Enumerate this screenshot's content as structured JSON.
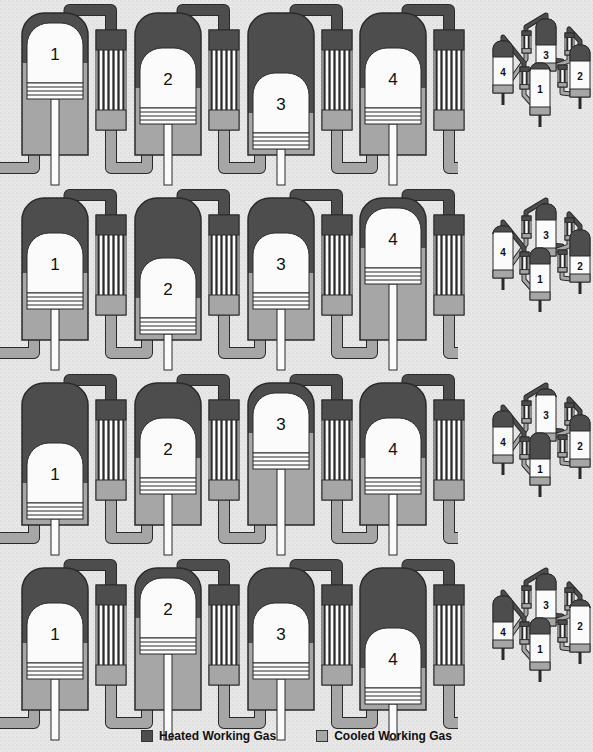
{
  "diagram": {
    "labels": [
      "1",
      "2",
      "3",
      "4",
      "1",
      "2",
      "3",
      "4",
      "1",
      "2",
      "3",
      "4",
      "1",
      "2",
      "3",
      "4",
      "1",
      "2",
      "3",
      "4",
      "1",
      "2",
      "3",
      "4",
      "1",
      "2",
      "3",
      "4",
      "1",
      "2",
      "3",
      "4"
    ],
    "legend": [
      {
        "text": "Heated Working Gas",
        "color": "#4d4d4d"
      },
      {
        "text": "Cooled Working Gas",
        "color": "#a6a6a6"
      }
    ]
  }
}
